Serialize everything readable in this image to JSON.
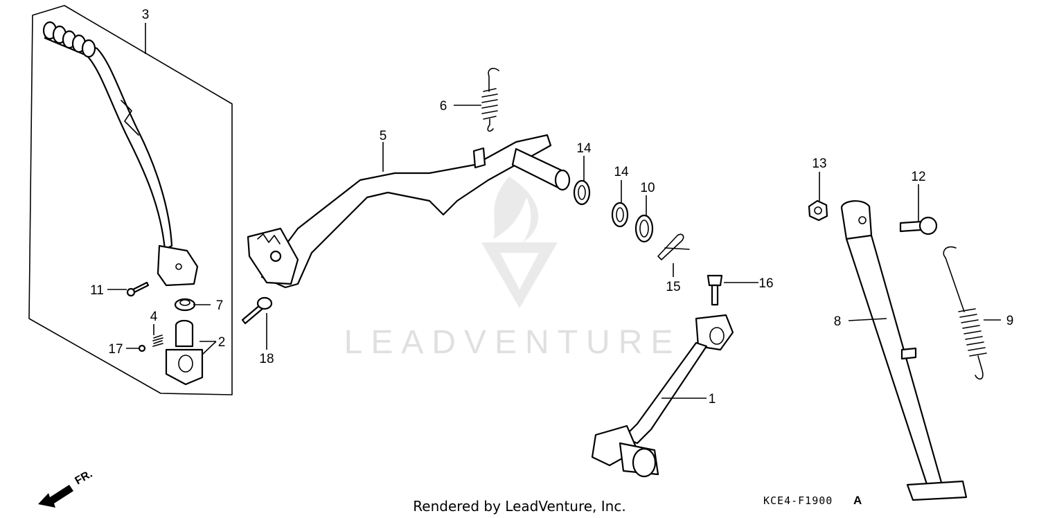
{
  "diagram": {
    "callouts": [
      "1",
      "2",
      "3",
      "4",
      "5",
      "6",
      "7",
      "8",
      "9",
      "10",
      "11",
      "12",
      "13",
      "14",
      "14",
      "15",
      "16",
      "17",
      "18"
    ],
    "direction_label": "FR.",
    "footer_credit": "Rendered by LeadVenture, Inc.",
    "diagram_code": "KCE4-F1900",
    "diagram_revision": "A",
    "watermark_text": "LEADVENTURE"
  }
}
